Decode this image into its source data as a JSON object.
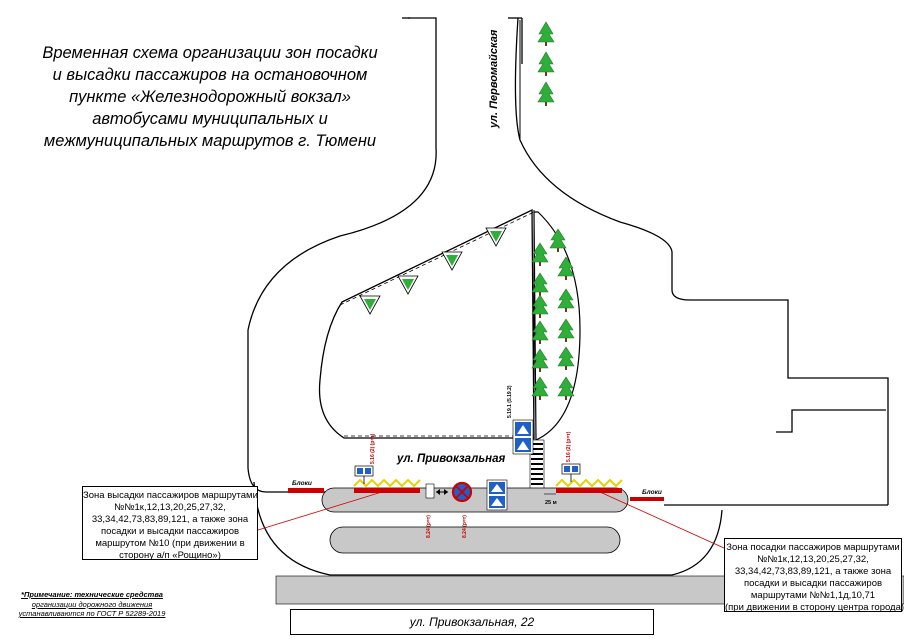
{
  "title_lines": [
    "Временная схема организации зон посадки",
    "и высадки пассажиров на остановочном",
    "пункте «Железнодорожный вокзал»",
    "автобусами муниципальных и",
    "межмуниципальных маршрутов г. Тюмени"
  ],
  "streets": {
    "pervomayskaya": "ул. Первомайская",
    "privokzalnaya": "ул. Привокзальная",
    "address": "ул. Привокзальная, 22"
  },
  "callouts": {
    "left_lines": [
      "Зона высадки пассажиров маршрутами",
      "№№1к,12,13,20,25,27,32,",
      "33,34,42,73,83,89,121, а также зона",
      "посадки и высадки пассажиров",
      "маршрутом №10 (при движении в",
      "сторону а/п «Рощино»)"
    ],
    "right_lines": [
      "Зона посадки пассажиров маршрутами",
      "№№1к,12,13,20,25,27,32,",
      "33,34,42,73,83,89,121, а также зона",
      "посадки и высадки пассажиров",
      "маршрутами №№1,1д,10,71",
      "(при движении в сторону центра города)"
    ]
  },
  "note_lines": [
    "*Примечание: технические средства",
    "организации дорожного движения",
    "устанавливаются по ГОСТ Р 52289-2019"
  ],
  "labels": {
    "bloki_left": "Блоки",
    "bloki_right": "Блоки",
    "distance": "25 м",
    "sign_left": "5.16 (2)\n(р=т)",
    "sign_right": "5.16 (2)\n(р=т)",
    "sign_524": "8.24 (р=т)",
    "sign_524b": "8.24 (р=т)",
    "sign_822": "5.19.1\n(5.19.2)"
  },
  "colors": {
    "road_gray": "#c8c8c8",
    "zone_red": "#cc0000",
    "zone_yellow": "#ffff00",
    "tree_green": "#2fae3a",
    "sign_blue": "#1f5fc7"
  }
}
